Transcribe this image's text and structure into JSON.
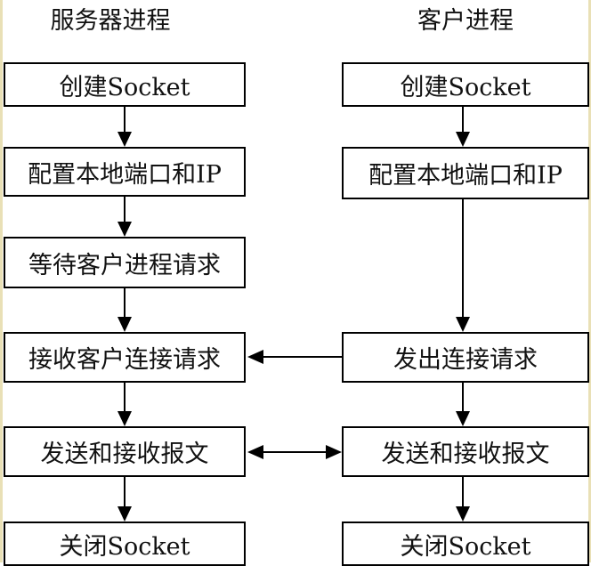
{
  "server": {
    "title": "服务器进程",
    "steps": [
      "创建Socket",
      "配置本地端口和IP",
      "等待客户进程请求",
      "接收客户连接请求",
      "发送和接收报文",
      "关闭Socket"
    ]
  },
  "client": {
    "title": "客户进程",
    "steps": [
      "创建Socket",
      "配置本地端口和IP",
      "发出连接请求",
      "发送和接收报文",
      "关闭Socket"
    ]
  }
}
